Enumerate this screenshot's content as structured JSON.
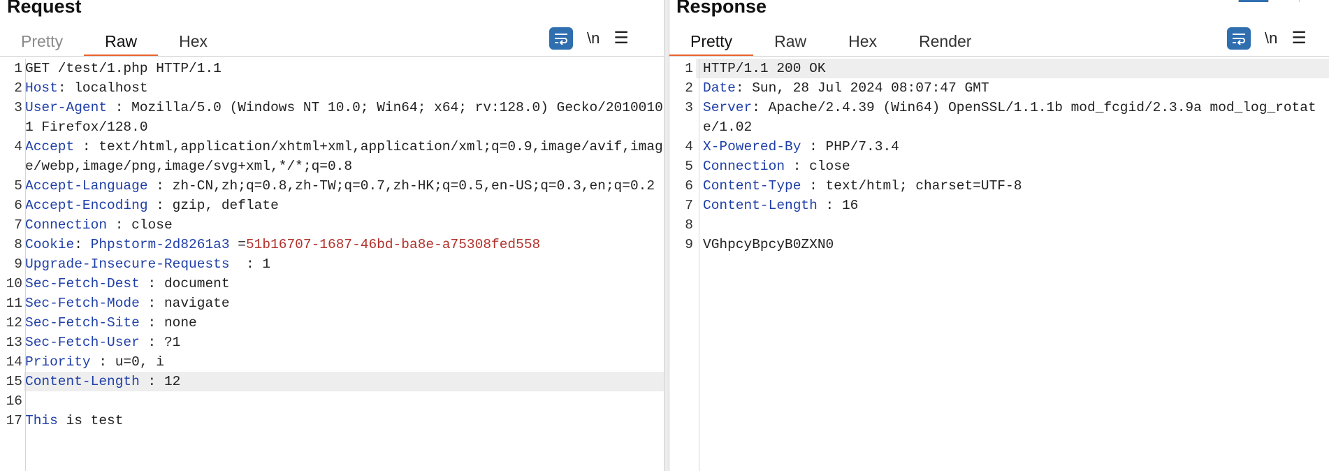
{
  "request": {
    "title": "Request",
    "tabs": [
      "Pretty",
      "Raw",
      "Hex"
    ],
    "active_tab": "Raw",
    "toolbar": {
      "newline_label": "\\n"
    },
    "lines": [
      {
        "n": "1",
        "text": "GET /test/1.php HTTP/1.1"
      },
      {
        "n": "2",
        "name": "Host",
        "sep": ": ",
        "value": "localhost"
      },
      {
        "n": "3",
        "name": "User-Agent",
        "sep": " : ",
        "value": "Mozilla/5.0 (Windows NT 10.0; Win64; x64; rv:128.0) Gecko/20100101 Firefox/128.0"
      },
      {
        "n": "4",
        "name": "Accept",
        "sep": " : ",
        "value": "text/html,application/xhtml+xml,application/xml;q=0.9,image/avif,image/webp,image/png,image/svg+xml,*/*;q=0.8"
      },
      {
        "n": "5",
        "name": "Accept-Language",
        "sep": " : ",
        "value": "zh-CN,zh;q=0.8,zh-TW;q=0.7,zh-HK;q=0.5,en-US;q=0.3,en;q=0.2"
      },
      {
        "n": "6",
        "name": "Accept-Encoding",
        "sep": " : ",
        "value": "gzip, deflate"
      },
      {
        "n": "7",
        "name": "Connection",
        "sep": " : ",
        "value": "close"
      },
      {
        "n": "8",
        "name": "Cookie",
        "sep": ": ",
        "cookie_name": "Phpstorm-2d8261a3",
        "cookie_eq": " =",
        "cookie_value": "51b16707-1687-46bd-ba8e-a75308fed558"
      },
      {
        "n": "9",
        "name": "Upgrade-Insecure-Requests",
        "sep": "  : ",
        "value": "1"
      },
      {
        "n": "10",
        "name": "Sec-Fetch-Dest",
        "sep": " : ",
        "value": "document"
      },
      {
        "n": "11",
        "name": "Sec-Fetch-Mode",
        "sep": " : ",
        "value": "navigate"
      },
      {
        "n": "12",
        "name": "Sec-Fetch-Site",
        "sep": " : ",
        "value": "none"
      },
      {
        "n": "13",
        "name": "Sec-Fetch-User",
        "sep": " : ",
        "value": "?1"
      },
      {
        "n": "14",
        "name": "Priority",
        "sep": " : ",
        "value": "u=0, i"
      },
      {
        "n": "15",
        "name": "Content-Length",
        "sep": " : ",
        "value": "12",
        "highlight": true
      },
      {
        "n": "16",
        "text": ""
      },
      {
        "n": "17",
        "kw": "This",
        "text": " is test"
      }
    ]
  },
  "response": {
    "title": "Response",
    "tabs": [
      "Pretty",
      "Raw",
      "Hex",
      "Render"
    ],
    "active_tab": "Pretty",
    "toolbar": {
      "newline_label": "\\n"
    },
    "lines": [
      {
        "n": "1",
        "text": "HTTP/1.1 200 OK",
        "highlight": true
      },
      {
        "n": "2",
        "name": "Date",
        "sep": ": ",
        "value": "Sun, 28 Jul 2024 08:07:47 GMT"
      },
      {
        "n": "3",
        "name": "Server",
        "sep": ": ",
        "value": "Apache/2.4.39 (Win64) OpenSSL/1.1.1b mod_fcgid/2.3.9a mod_log_rotate/1.02"
      },
      {
        "n": "4",
        "name": "X-Powered-By",
        "sep": " : ",
        "value": "PHP/7.3.4"
      },
      {
        "n": "5",
        "name": "Connection",
        "sep": " : ",
        "value": "close"
      },
      {
        "n": "6",
        "name": "Content-Type",
        "sep": " : ",
        "value": "text/html; charset=UTF-8"
      },
      {
        "n": "7",
        "name": "Content-Length",
        "sep": " : ",
        "value": "16"
      },
      {
        "n": "8",
        "text": ""
      },
      {
        "n": "9",
        "text": "VGhpcyBpcyB0ZXN0"
      }
    ]
  },
  "colors": {
    "accent_tab": "#e8632b",
    "button_blue": "#2f6fb0",
    "header_name": "#1f3fa8",
    "cookie_value": "#b2322b"
  }
}
